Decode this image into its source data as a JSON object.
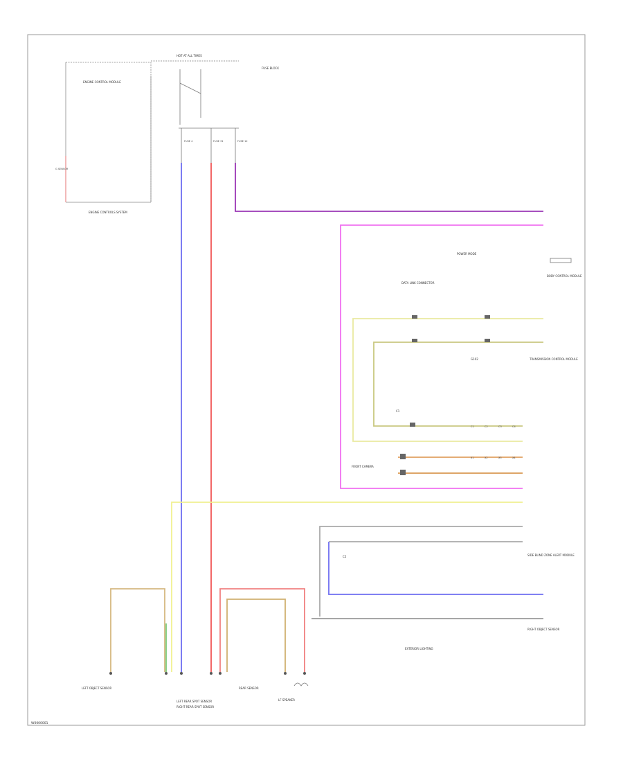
{
  "figure_id": "W0000001",
  "labels": {
    "hot_at_all_times": "HOT AT ALL TIMES",
    "fuse_block": "FUSE BLOCK",
    "fuse_a": "FUSE 4",
    "fuse_b": "FUSE 31",
    "fuse_c": "FUSE 12",
    "engine_controls_system": "ENGINE CONTROLS SYSTEM",
    "ecm_text": "ENGINE CONTROL MODULE",
    "g_sensor": "G SENSOR",
    "g102": "G102",
    "rear_sensor": "REAR SENSOR",
    "power_mode": "POWER MODE",
    "data_links": "DATA LINK CONNECTOR",
    "trans_control": "TRANSMISSION CONTROL MODULE",
    "c1": "C1",
    "c2": "C2",
    "left_rear_spot": "LEFT REAR SPOT SENSOR",
    "right_rear_spot": "RIGHT REAR SPOT SENSOR",
    "front_camera": "FRONT CAMERA",
    "side_blind_zone": "SIDE BLIND ZONE ALERT MODULE",
    "lf_speaker": "LF SPEAKER",
    "body_control": "BODY CONTROL MODULE",
    "exterior_lighting": "EXTERIOR LIGHTING",
    "left_object_sensor": "LEFT OBJECT SENSOR",
    "right_object_sensor": "RIGHT OBJECT SENSOR"
  }
}
